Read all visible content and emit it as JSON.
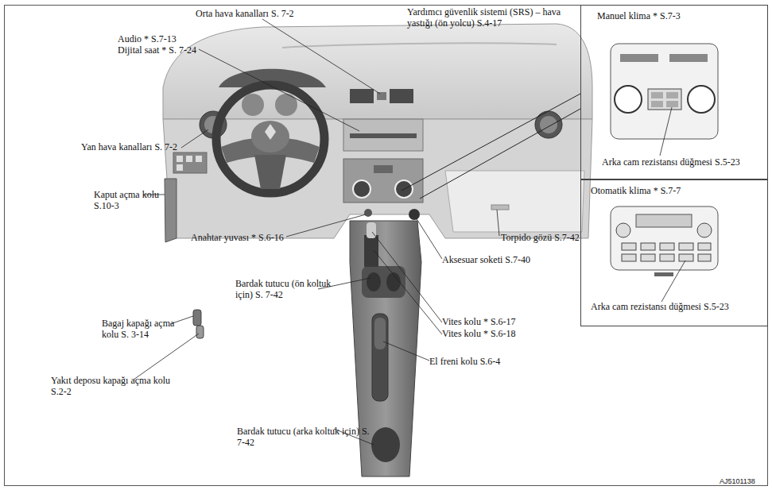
{
  "diagram": {
    "nodes": [
      {
        "text": [
          "Manuel klima * S.7-3",
          "Arka cam rezistansı düğmesi S.5-23"
        ]
      },
      {
        "text": [
          "Otomatik klima * S.7-7",
          "Arka cam rezistansı düğmesi S.5-23"
        ]
      }
    ],
    "labels": [
      "Orta hava kanalları S. 7-2",
      "Yardımcı güvenlik sistemi (SRS) – hava yastığı (ön yolcu) S.4-17",
      "Audio * S.7-13",
      "Dijital saat * S. 7-24",
      "Yan hava kanalları S. 7-2",
      "Kaput açma kolu S.10-3",
      "Anahtar yuvası * S.6-16",
      "Torpido gözü S.7-42",
      "Aksesuar soketi S.7-40",
      "Bardak tutucu (ön koltuk için) S. 7-42",
      "Vites kolu * S.6-17",
      "Vites kolu * S.6-18",
      "Bagaj kapağı açma kolu S. 3-14",
      "El freni kolu S.6-4",
      "Yakıt deposu kapağı açma kolu S.2-2",
      "Bardak tutucu (arka koltuk için) S. 7-42",
      "AJ5101138"
    ]
  }
}
